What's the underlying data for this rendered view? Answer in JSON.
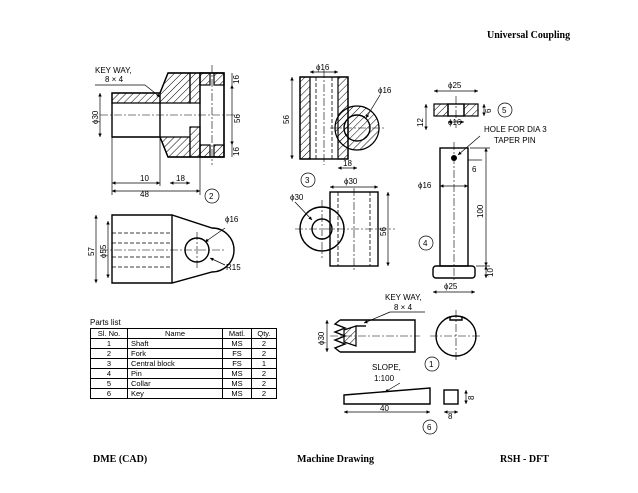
{
  "header": {
    "title": "Universal Coupling"
  },
  "footer": {
    "left": "DME (CAD)",
    "center": "Machine Drawing",
    "right": "RSH - DFT"
  },
  "labels": {
    "keyway1": "KEY WAY,",
    "keyway1_size": "8 × 4",
    "d30_fork": "ϕ30",
    "dim56_fork": "56",
    "dim16a": "16",
    "dim16b": "16",
    "dim10": "10",
    "dim18a": "18",
    "dim48": "48",
    "num2": "2",
    "d16_forkplan": "ϕ16",
    "dim57": "57",
    "d55": "ϕ55",
    "r15": "R15",
    "d16_block": "ϕ16",
    "d16_block2": "ϕ16",
    "dim56_block": "56",
    "dim18_block": "18",
    "num3": "3",
    "d30_block_top": "ϕ30",
    "d30_block_side": "ϕ30",
    "dim56_block_side": "56",
    "d25_collar": "ϕ25",
    "dim12": "12",
    "d16_collar": "ϕ16",
    "dim6_collar": "6",
    "num5": "5",
    "hole_note": "HOLE FOR DIA 3",
    "taper_pin": "TAPER PIN",
    "dim6_pin": "6",
    "d16_pin": "ϕ16",
    "dim100": "100",
    "num4": "4",
    "d25_pin": "ϕ25",
    "dim10_pin": "10",
    "keyway2": "KEY WAY,",
    "keyway2_size": "8 × 4",
    "d30_shaft": "ϕ30",
    "num1": "1",
    "slope": "SLOPE,",
    "slope_val": "1:100",
    "dim40": "40",
    "dim8a": "8",
    "dim8b": "8",
    "num6": "6"
  },
  "parts_list": {
    "caption": "Parts list",
    "headers": [
      "Sl. No.",
      "Name",
      "Matl.",
      "Qty."
    ],
    "rows": [
      [
        "1",
        "Shaft",
        "MS",
        "2"
      ],
      [
        "2",
        "Fork",
        "FS",
        "2"
      ],
      [
        "3",
        "Central block",
        "FS",
        "1"
      ],
      [
        "4",
        "Pin",
        "MS",
        "2"
      ],
      [
        "5",
        "Collar",
        "MS",
        "2"
      ],
      [
        "6",
        "Key",
        "MS",
        "2"
      ]
    ]
  }
}
